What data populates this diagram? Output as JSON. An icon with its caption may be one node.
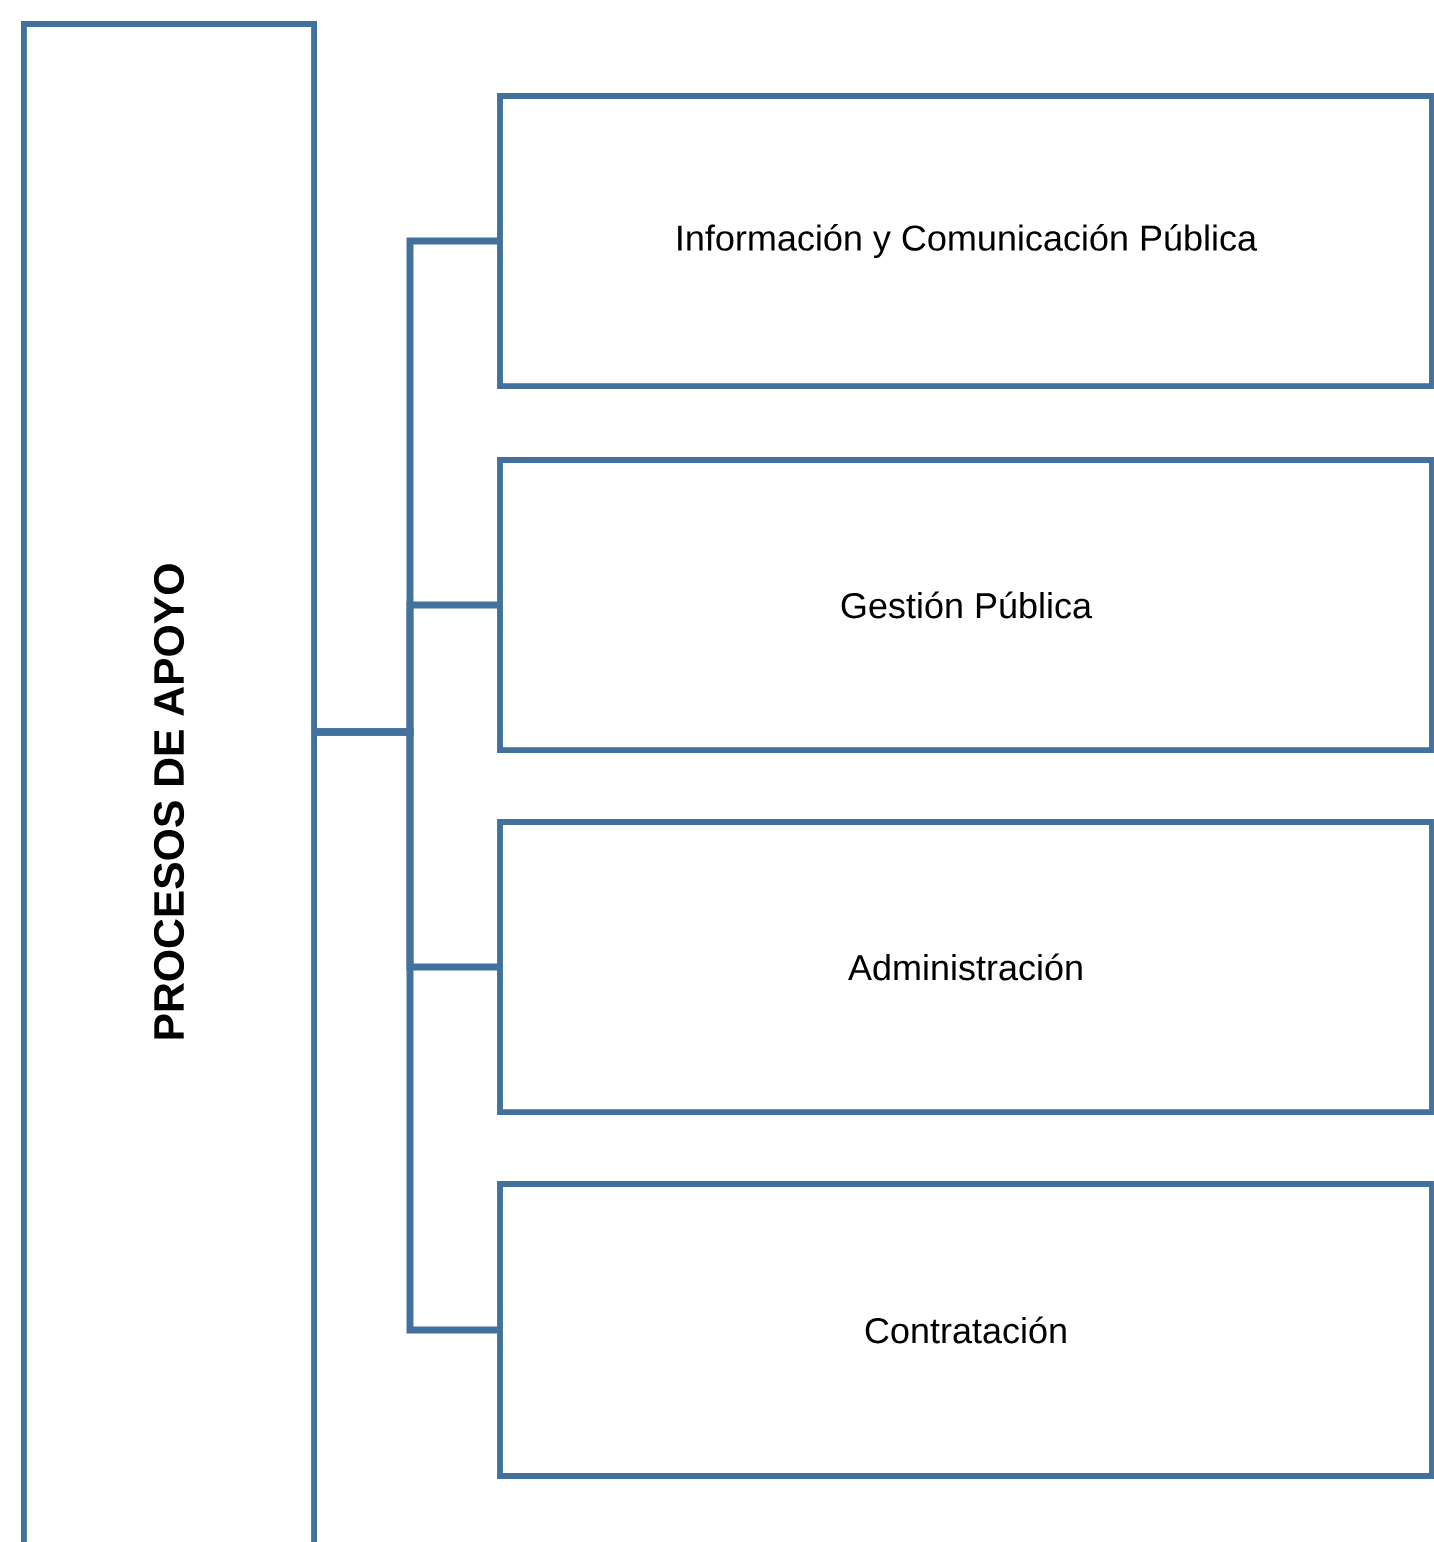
{
  "diagram": {
    "nodes": [
      {
        "text": [
          "PROCESOS DE APOYO"
        ]
      },
      {
        "text": [
          "Información y Comunicación Pública"
        ]
      },
      {
        "text": [
          "Gestión Pública"
        ]
      },
      {
        "text": [
          "Administración"
        ]
      },
      {
        "text": [
          "Contratación"
        ]
      }
    ],
    "edges": [
      {
        "from": 0,
        "to": 1,
        "arrow": "none"
      },
      {
        "from": 0,
        "to": 2,
        "arrow": "none"
      },
      {
        "from": 0,
        "to": 3,
        "arrow": "none"
      },
      {
        "from": 0,
        "to": 4,
        "arrow": "none"
      }
    ]
  }
}
